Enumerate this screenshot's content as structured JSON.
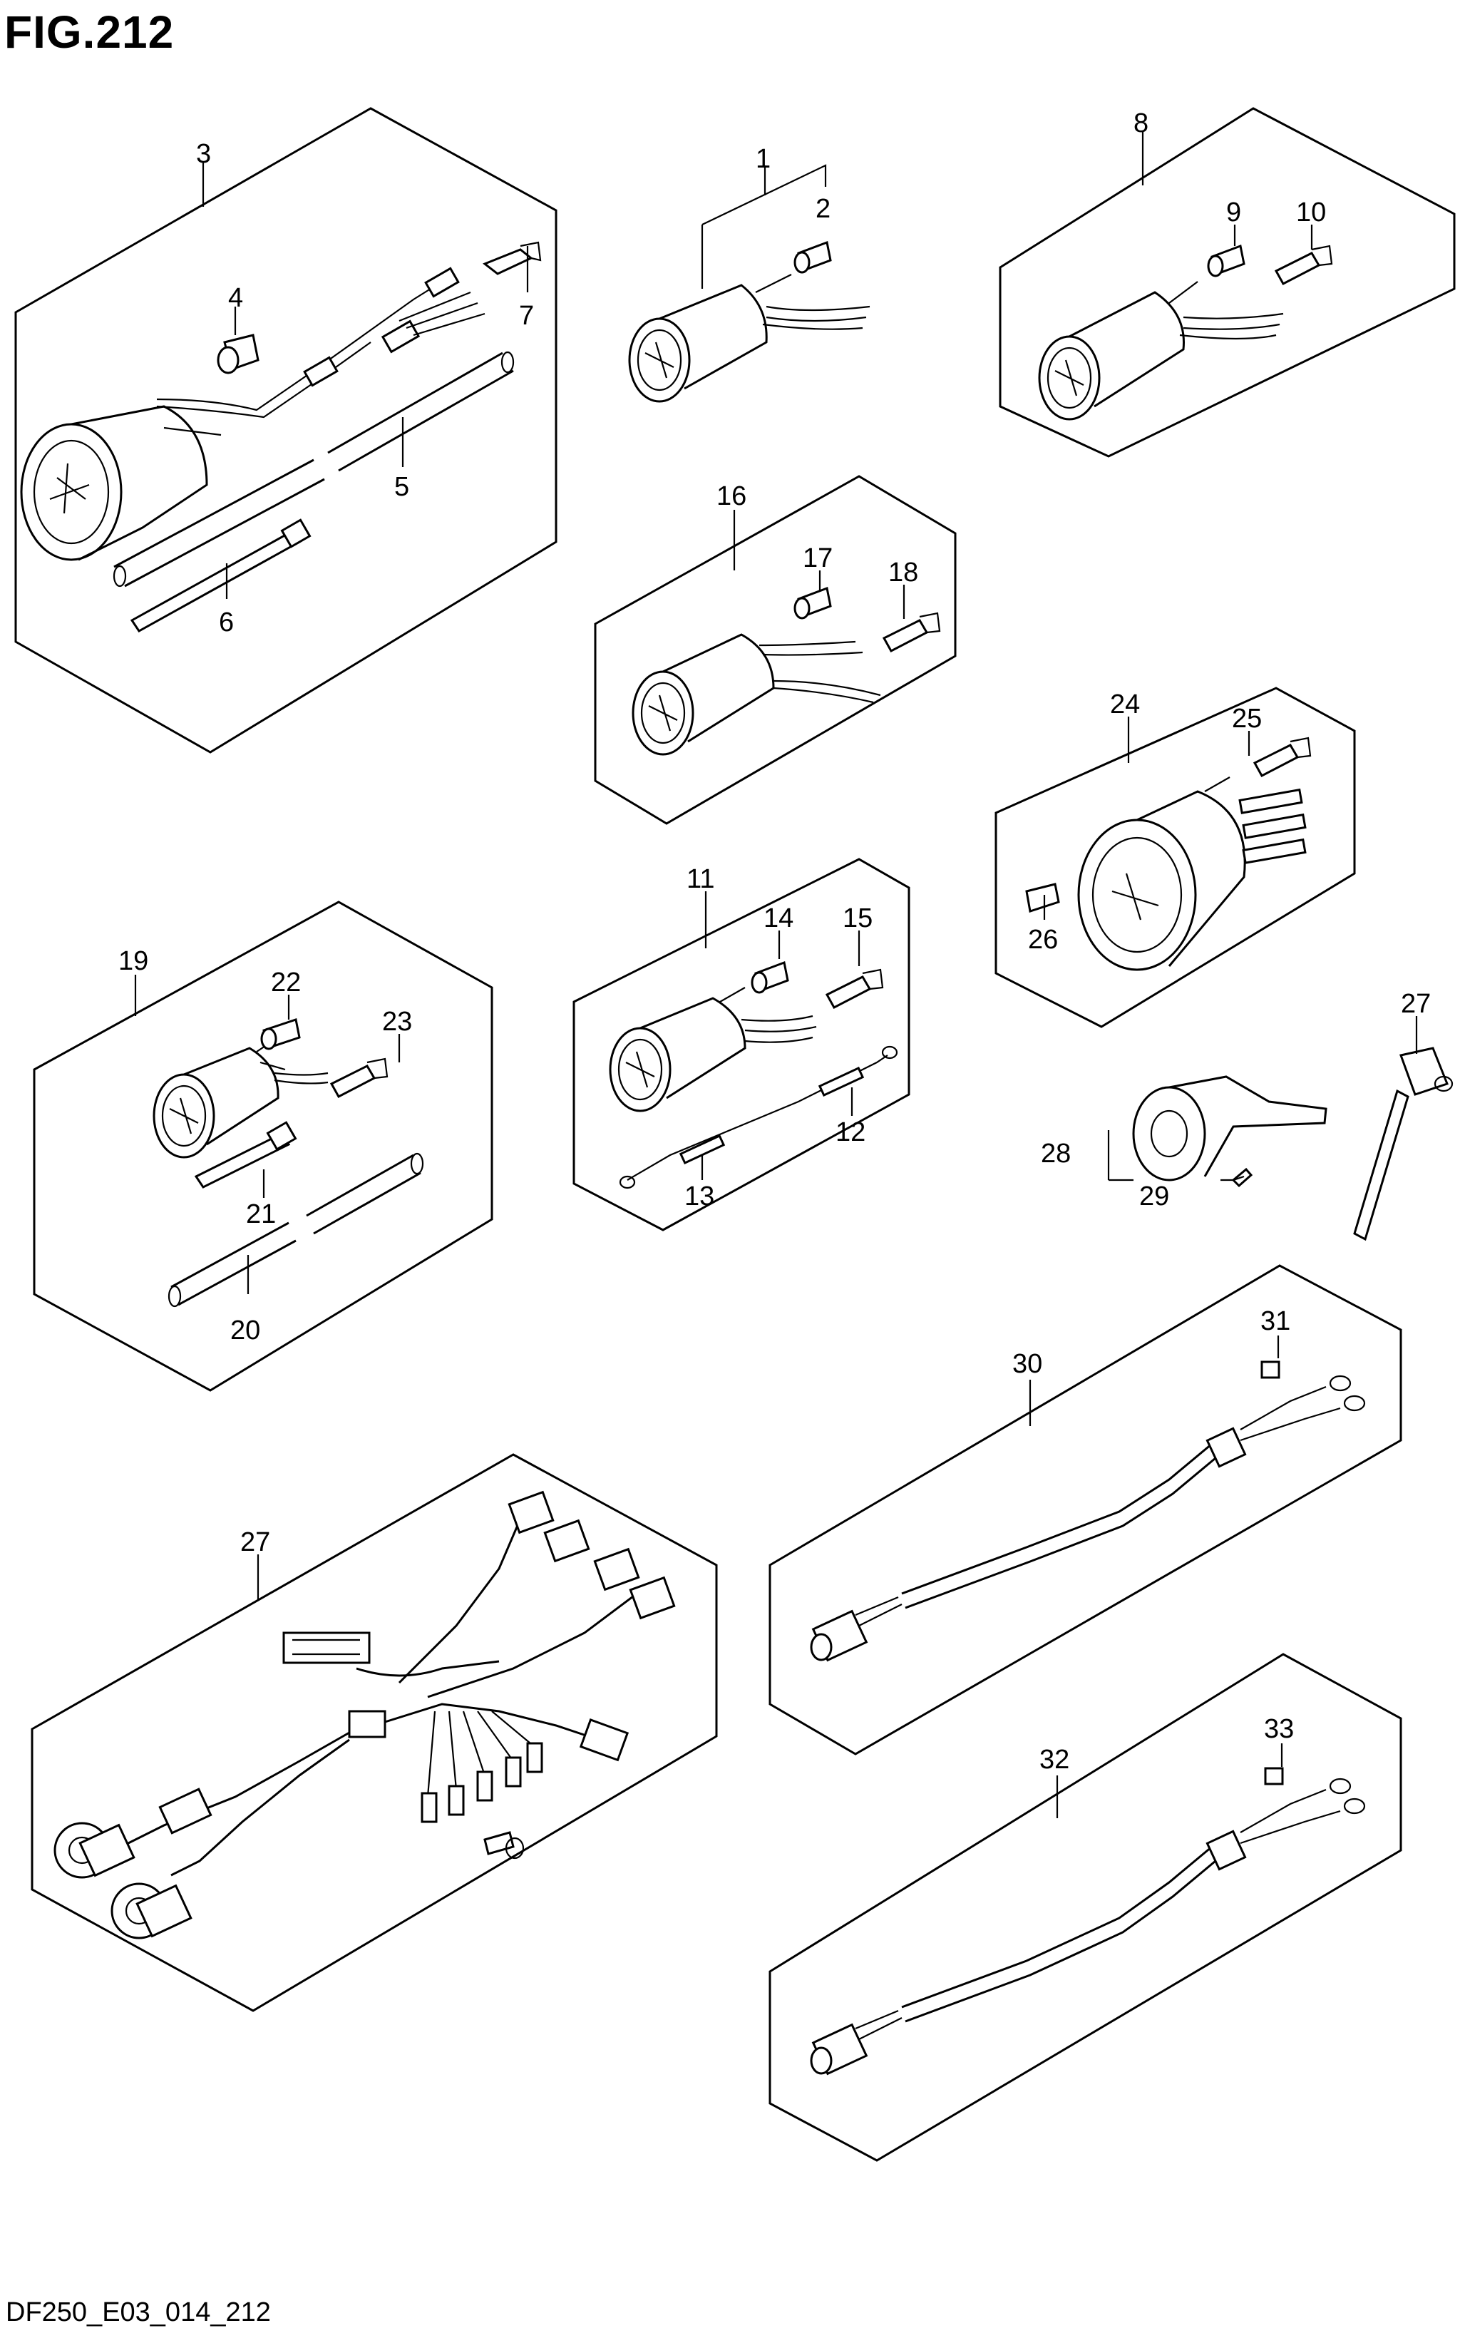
{
  "figure": {
    "title": "FIG.212",
    "code": "DF250_E03_014_212"
  },
  "callouts": {
    "c1": "1",
    "c2": "2",
    "c3": "3",
    "c4": "4",
    "c5": "5",
    "c6": "6",
    "c7": "7",
    "c8": "8",
    "c9": "9",
    "c10": "10",
    "c11": "11",
    "c12": "12",
    "c13": "13",
    "c14": "14",
    "c15": "15",
    "c16": "16",
    "c17": "17",
    "c18": "18",
    "c19": "19",
    "c20": "20",
    "c21": "21",
    "c22": "22",
    "c23": "23",
    "c24": "24",
    "c25": "25",
    "c26": "26",
    "c27a": "27",
    "c27b": "27",
    "c28": "28",
    "c29": "29",
    "c30": "30",
    "c31": "31",
    "c32": "32",
    "c33": "33"
  }
}
